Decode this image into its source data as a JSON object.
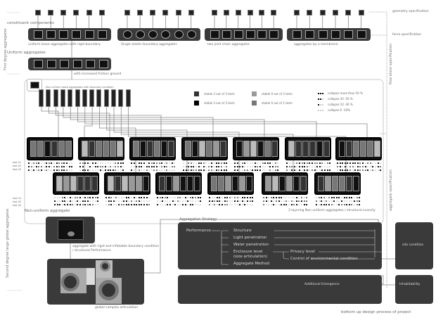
{
  "labels": {
    "constituent": "constituent components",
    "uniform": "Uniform aggregates",
    "g1": "uniform loose aggregates with rigid boundary",
    "g2": "Single elastic boundary aggregates",
    "g3": "two joint chain  aggregates",
    "g4": "aggregates by a membrane",
    "friction": "with increased friction ground",
    "nonuniform_loose": "Non uniform loose aggregates with boundary condition",
    "nonuniform": "Non-uniform aggregate",
    "layering": "3 layering Non uniform aggregates / structural scarcity",
    "geometry": "geometry specification",
    "force": "force specification",
    "flow": "flow block specification",
    "aggspec": "aggregate specification",
    "first": "First degree aggregates",
    "second": "Second degree large global aggregates",
    "rigid1": "aggregate with rigid and inflatable boundary condition",
    "rigid2": "/ structural Performance",
    "global": "global complex articulation",
    "footer": "bottom up design process of project"
  },
  "tests": [
    "test 01",
    "test 02",
    "test 03"
  ],
  "legend": [
    {
      "label": "stable 2 out of 3 tests",
      "color": "#333333"
    },
    {
      "label": "stable 3 out of 3 tests",
      "color": "#000000"
    },
    {
      "label": "stable 0 out of 3 tests",
      "color": "#999999"
    },
    {
      "label": "stable 0 out of 1 tests",
      "color": "#777777"
    }
  ],
  "collapse": [
    "collapse more than 50 %",
    "collapse 30 -50 %",
    "collapse 10 -30 %",
    "collapse  0 -10%"
  ],
  "strategy": {
    "title": "Aggregation Strategy",
    "performance": "Performance",
    "items": [
      "Structure",
      "Light penetration",
      "Water penetration",
      "Enclosure level",
      "(size articulation)",
      "Aggregate Method"
    ],
    "sub": [
      "Privacy level",
      "Control of environmental condition"
    ],
    "emergence": "Additional Emergence",
    "site": "site condition",
    "inhabit": "Inhabitability"
  }
}
